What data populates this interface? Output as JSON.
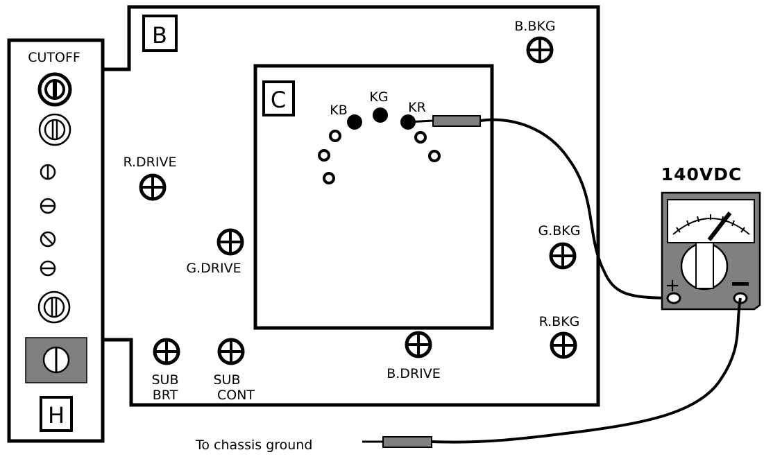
{
  "boards": {
    "b_label": "B",
    "c_label": "C",
    "h_label": "H"
  },
  "labels": {
    "cutoff": "CUTOFF",
    "b_bkg": "B.BKG",
    "r_drive": "R.DRIVE",
    "g_drive": "G.DRIVE",
    "g_bkg": "G.BKG",
    "r_bkg": "R.BKG",
    "b_drive": "B.DRIVE",
    "sub_brt_line1": "SUB",
    "sub_brt_line2": "BRT",
    "sub_cont_line1": "SUB",
    "sub_cont_line2": "CONT",
    "kb": "KB",
    "kg": "KG",
    "kr": "KR"
  },
  "meter": {
    "reading": "140VDC",
    "plus": "+",
    "minus": "−"
  },
  "ground_note": "To chassis ground",
  "colors": {
    "line": "#000000",
    "meter_body": "#808080",
    "meter_face": "#ffffff",
    "probe": "#808080",
    "background": "#ffffff"
  },
  "icons": {
    "adjust_point": "crosshair-circle-icon",
    "trimmer": "potentiometer-icon",
    "pin_active": "filled-dot-icon",
    "pin_inactive": "hollow-ring-icon"
  }
}
